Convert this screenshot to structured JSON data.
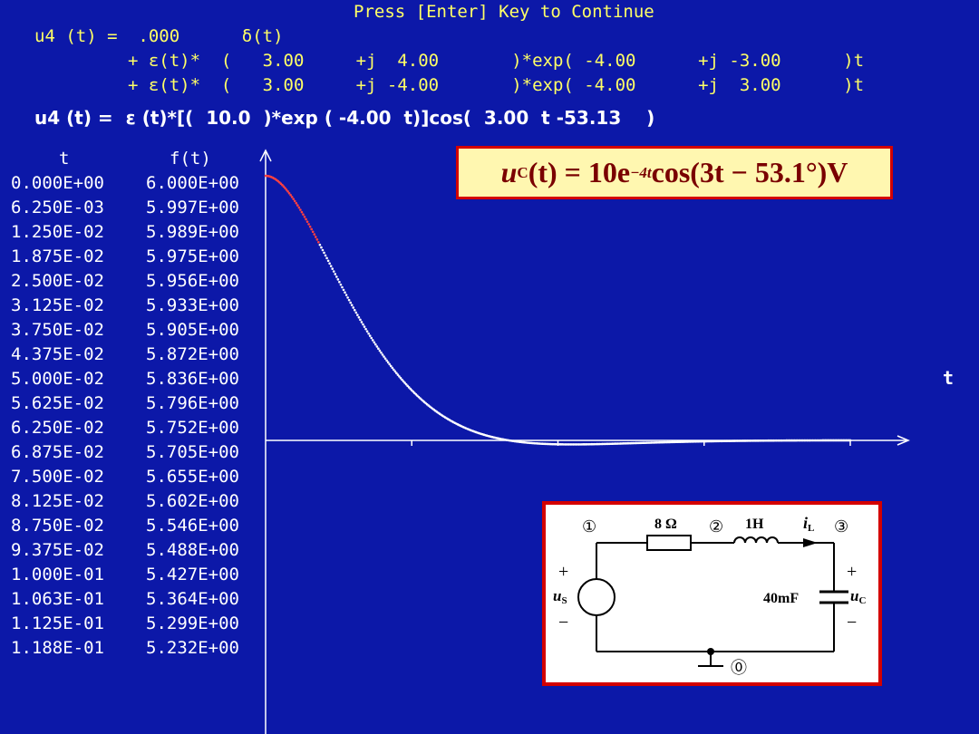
{
  "console": {
    "prompt": "Press [Enter] Key to Continue",
    "lines": [
      "u4 (t) =  .000      δ(t)",
      "         + ε(t)*  (   3.00     +j  4.00       )*exp( -4.00      +j -3.00      )t",
      "         + ε(t)*  (   3.00     +j -4.00       )*exp( -4.00      +j  3.00      )t"
    ],
    "result_line": "u4 (t) =  ε (t)*[(  10.0  )*exp ( -4.00  t)]cos(  3.00  t -53.13    )"
  },
  "table": {
    "headers": [
      "t",
      "f(t)"
    ],
    "rows": [
      [
        "0.000E+00",
        "6.000E+00"
      ],
      [
        "6.250E-03",
        "5.997E+00"
      ],
      [
        "1.250E-02",
        "5.989E+00"
      ],
      [
        "1.875E-02",
        "5.975E+00"
      ],
      [
        "2.500E-02",
        "5.956E+00"
      ],
      [
        "3.125E-02",
        "5.933E+00"
      ],
      [
        "3.750E-02",
        "5.905E+00"
      ],
      [
        "4.375E-02",
        "5.872E+00"
      ],
      [
        "5.000E-02",
        "5.836E+00"
      ],
      [
        "5.625E-02",
        "5.796E+00"
      ],
      [
        "6.250E-02",
        "5.752E+00"
      ],
      [
        "6.875E-02",
        "5.705E+00"
      ],
      [
        "7.500E-02",
        "5.655E+00"
      ],
      [
        "8.125E-02",
        "5.602E+00"
      ],
      [
        "8.750E-02",
        "5.546E+00"
      ],
      [
        "9.375E-02",
        "5.488E+00"
      ],
      [
        "1.000E-01",
        "5.427E+00"
      ],
      [
        "1.063E-01",
        "5.364E+00"
      ],
      [
        "1.125E-01",
        "5.299E+00"
      ],
      [
        "1.188E-01",
        "5.232E+00"
      ]
    ]
  },
  "plot": {
    "axis_label_t": "t",
    "curve_color": "#ffffff",
    "highlight_color": "#ff4040",
    "plotted_count": 20,
    "t_end": 2.0
  },
  "formula": {
    "u": "u",
    "sub_c": "C",
    "arg": "(t) = 10e",
    "exp": "−4t",
    "rest": " cos(3t − 53.1°)V"
  },
  "circuit": {
    "node1": "①",
    "node2": "②",
    "node3": "③",
    "node0": "⓪",
    "resistor": "8 Ω",
    "inductor": "1H",
    "current_i": "i",
    "current_sub": "L",
    "capacitor": "40mF",
    "source_u": "u",
    "source_sub": "S",
    "cap_u": "u",
    "cap_sub": "C",
    "plus": "+",
    "minus": "−"
  },
  "colors": {
    "background": "#0c18a8",
    "console_text": "#ffff66",
    "box_border": "#d40000",
    "formula_bg": "#fff7b0",
    "formula_text": "#7a0000"
  }
}
